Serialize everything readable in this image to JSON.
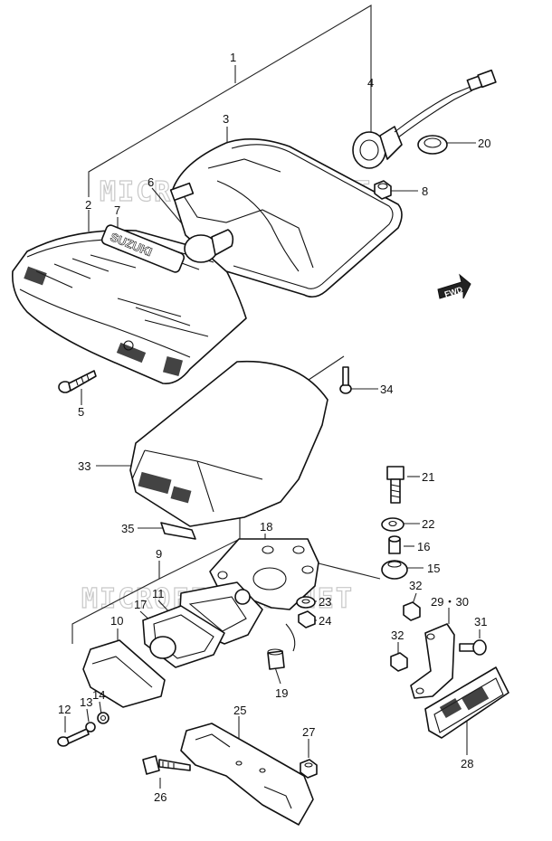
{
  "watermark": "MICROFICHES.NET",
  "fwd_label": "FWD",
  "lens_logo": "SUZUKI",
  "callouts": [
    {
      "id": "1",
      "label": "1"
    },
    {
      "id": "2",
      "label": "2"
    },
    {
      "id": "3",
      "label": "3"
    },
    {
      "id": "4",
      "label": "4"
    },
    {
      "id": "5",
      "label": "5"
    },
    {
      "id": "6",
      "label": "6"
    },
    {
      "id": "7",
      "label": "7"
    },
    {
      "id": "8",
      "label": "8"
    },
    {
      "id": "9",
      "label": "9"
    },
    {
      "id": "10",
      "label": "10"
    },
    {
      "id": "11",
      "label": "11"
    },
    {
      "id": "12",
      "label": "12"
    },
    {
      "id": "13",
      "label": "13"
    },
    {
      "id": "14",
      "label": "14"
    },
    {
      "id": "15",
      "label": "15"
    },
    {
      "id": "16",
      "label": "16"
    },
    {
      "id": "17",
      "label": "17"
    },
    {
      "id": "18",
      "label": "18"
    },
    {
      "id": "19",
      "label": "19"
    },
    {
      "id": "20",
      "label": "20"
    },
    {
      "id": "21",
      "label": "21"
    },
    {
      "id": "22",
      "label": "22"
    },
    {
      "id": "23",
      "label": "23"
    },
    {
      "id": "24",
      "label": "24"
    },
    {
      "id": "25",
      "label": "25"
    },
    {
      "id": "26",
      "label": "26"
    },
    {
      "id": "27",
      "label": "27"
    },
    {
      "id": "28",
      "label": "28"
    },
    {
      "id": "29-30",
      "label": "29・30"
    },
    {
      "id": "31",
      "label": "31"
    },
    {
      "id": "32a",
      "label": "32"
    },
    {
      "id": "32b",
      "label": "32"
    },
    {
      "id": "33",
      "label": "33"
    },
    {
      "id": "34",
      "label": "34"
    },
    {
      "id": "35",
      "label": "35"
    }
  ]
}
